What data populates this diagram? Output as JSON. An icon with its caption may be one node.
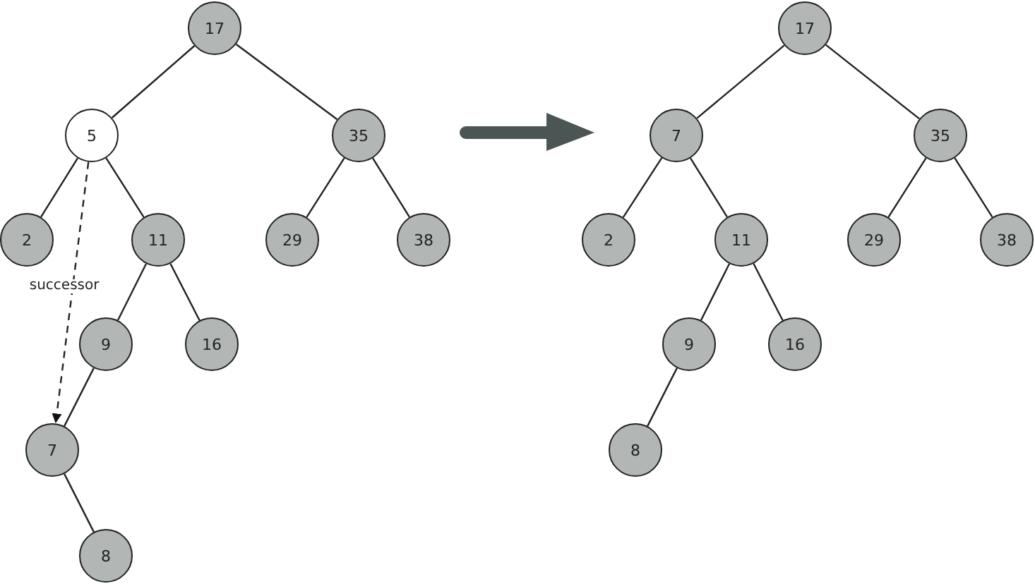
{
  "diagram": {
    "nodes": [
      {
        "text": [
          "17"
        ]
      },
      {
        "text": [
          "5"
        ]
      },
      {
        "text": [
          "2"
        ]
      },
      {
        "text": [
          "11"
        ]
      },
      {
        "text": [
          "35"
        ]
      },
      {
        "text": [
          "29"
        ]
      },
      {
        "text": [
          "38"
        ]
      },
      {
        "text": [
          "9"
        ]
      },
      {
        "text": [
          "16"
        ]
      },
      {
        "text": [
          "7"
        ]
      },
      {
        "text": [
          "8"
        ]
      },
      {
        "text": [
          "17"
        ]
      },
      {
        "text": [
          "7"
        ]
      },
      {
        "text": [
          "2"
        ]
      },
      {
        "text": [
          "11"
        ]
      },
      {
        "text": [
          "35"
        ]
      },
      {
        "text": [
          "29"
        ]
      },
      {
        "text": [
          "38"
        ]
      },
      {
        "text": [
          "9"
        ]
      },
      {
        "text": [
          "16"
        ]
      },
      {
        "text": [
          "8"
        ]
      }
    ],
    "edges": [
      {
        "from": 0,
        "to": 1,
        "arrow": "none"
      },
      {
        "from": 0,
        "to": 4,
        "arrow": "none"
      },
      {
        "from": 1,
        "to": 2,
        "arrow": "none"
      },
      {
        "from": 1,
        "to": 3,
        "arrow": "none"
      },
      {
        "from": 4,
        "to": 5,
        "arrow": "none"
      },
      {
        "from": 4,
        "to": 6,
        "arrow": "none"
      },
      {
        "from": 3,
        "to": 7,
        "arrow": "none"
      },
      {
        "from": 3,
        "to": 8,
        "arrow": "none"
      },
      {
        "from": 7,
        "to": 9,
        "arrow": "none"
      },
      {
        "from": 9,
        "to": 10,
        "arrow": "none"
      },
      {
        "from": 1,
        "to": 9,
        "arrow": "to",
        "label": "successor",
        "style": "dashed"
      },
      {
        "from": 11,
        "to": 12,
        "arrow": "none"
      },
      {
        "from": 11,
        "to": 15,
        "arrow": "none"
      },
      {
        "from": 12,
        "to": 13,
        "arrow": "none"
      },
      {
        "from": 12,
        "to": 14,
        "arrow": "none"
      },
      {
        "from": 15,
        "to": 16,
        "arrow": "none"
      },
      {
        "from": 15,
        "to": 17,
        "arrow": "none"
      },
      {
        "from": 14,
        "to": 18,
        "arrow": "none"
      },
      {
        "from": 14,
        "to": 19,
        "arrow": "none"
      },
      {
        "from": 18,
        "to": 20,
        "arrow": "none"
      }
    ]
  }
}
